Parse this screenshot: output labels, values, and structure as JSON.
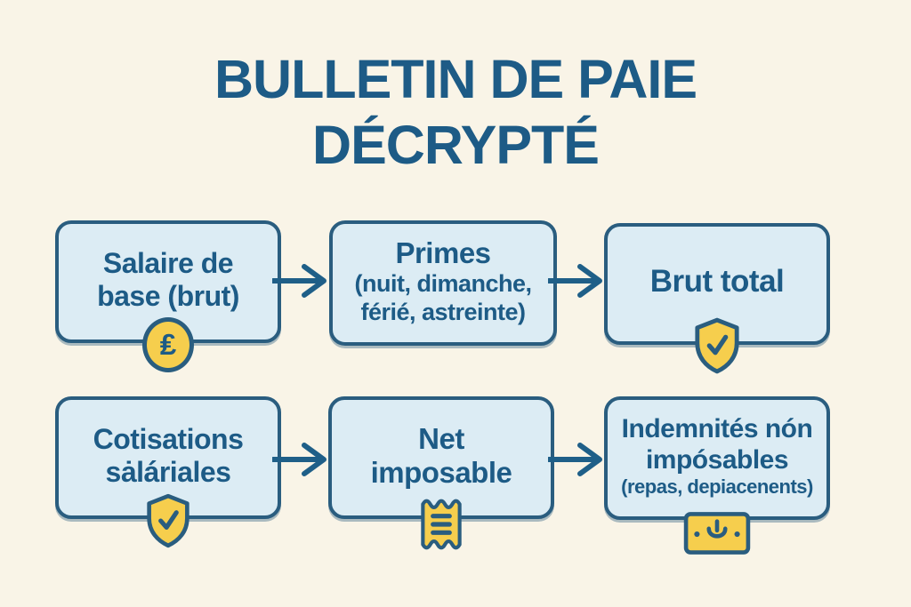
{
  "title": {
    "line1": "BULLETIN DE PAIE",
    "line2": "DÉCRYPTÉ"
  },
  "colors": {
    "background": "#f9f4e7",
    "box_fill": "#dcecf4",
    "outline_blue": "#2a5d7f",
    "text_blue": "#1d5b86",
    "arrow_blue": "#1f5f88",
    "accent_yellow": "#f6ce4d"
  },
  "icons": {
    "coin_symbol": "₤"
  },
  "nodes": [
    {
      "label": "Salaire de base (brut)",
      "sublabel": "",
      "icon": "coin-currency-icon"
    },
    {
      "label": "Primes",
      "sublabel": "(nuit, dimanche, férié, astreinte)",
      "icon": ""
    },
    {
      "label": "Brut total",
      "sublabel": "",
      "icon": "shield-check-icon"
    },
    {
      "label": "Cotisations sȧláriales",
      "sublabel": "",
      "icon": "shield-check-icon"
    },
    {
      "label": "Net imposable",
      "sublabel": "",
      "icon": "receipt-icon"
    },
    {
      "label": "Indemnités nón impósables",
      "sublabel": "(repas, depiacenents)",
      "icon": "banknote-download-icon"
    }
  ]
}
